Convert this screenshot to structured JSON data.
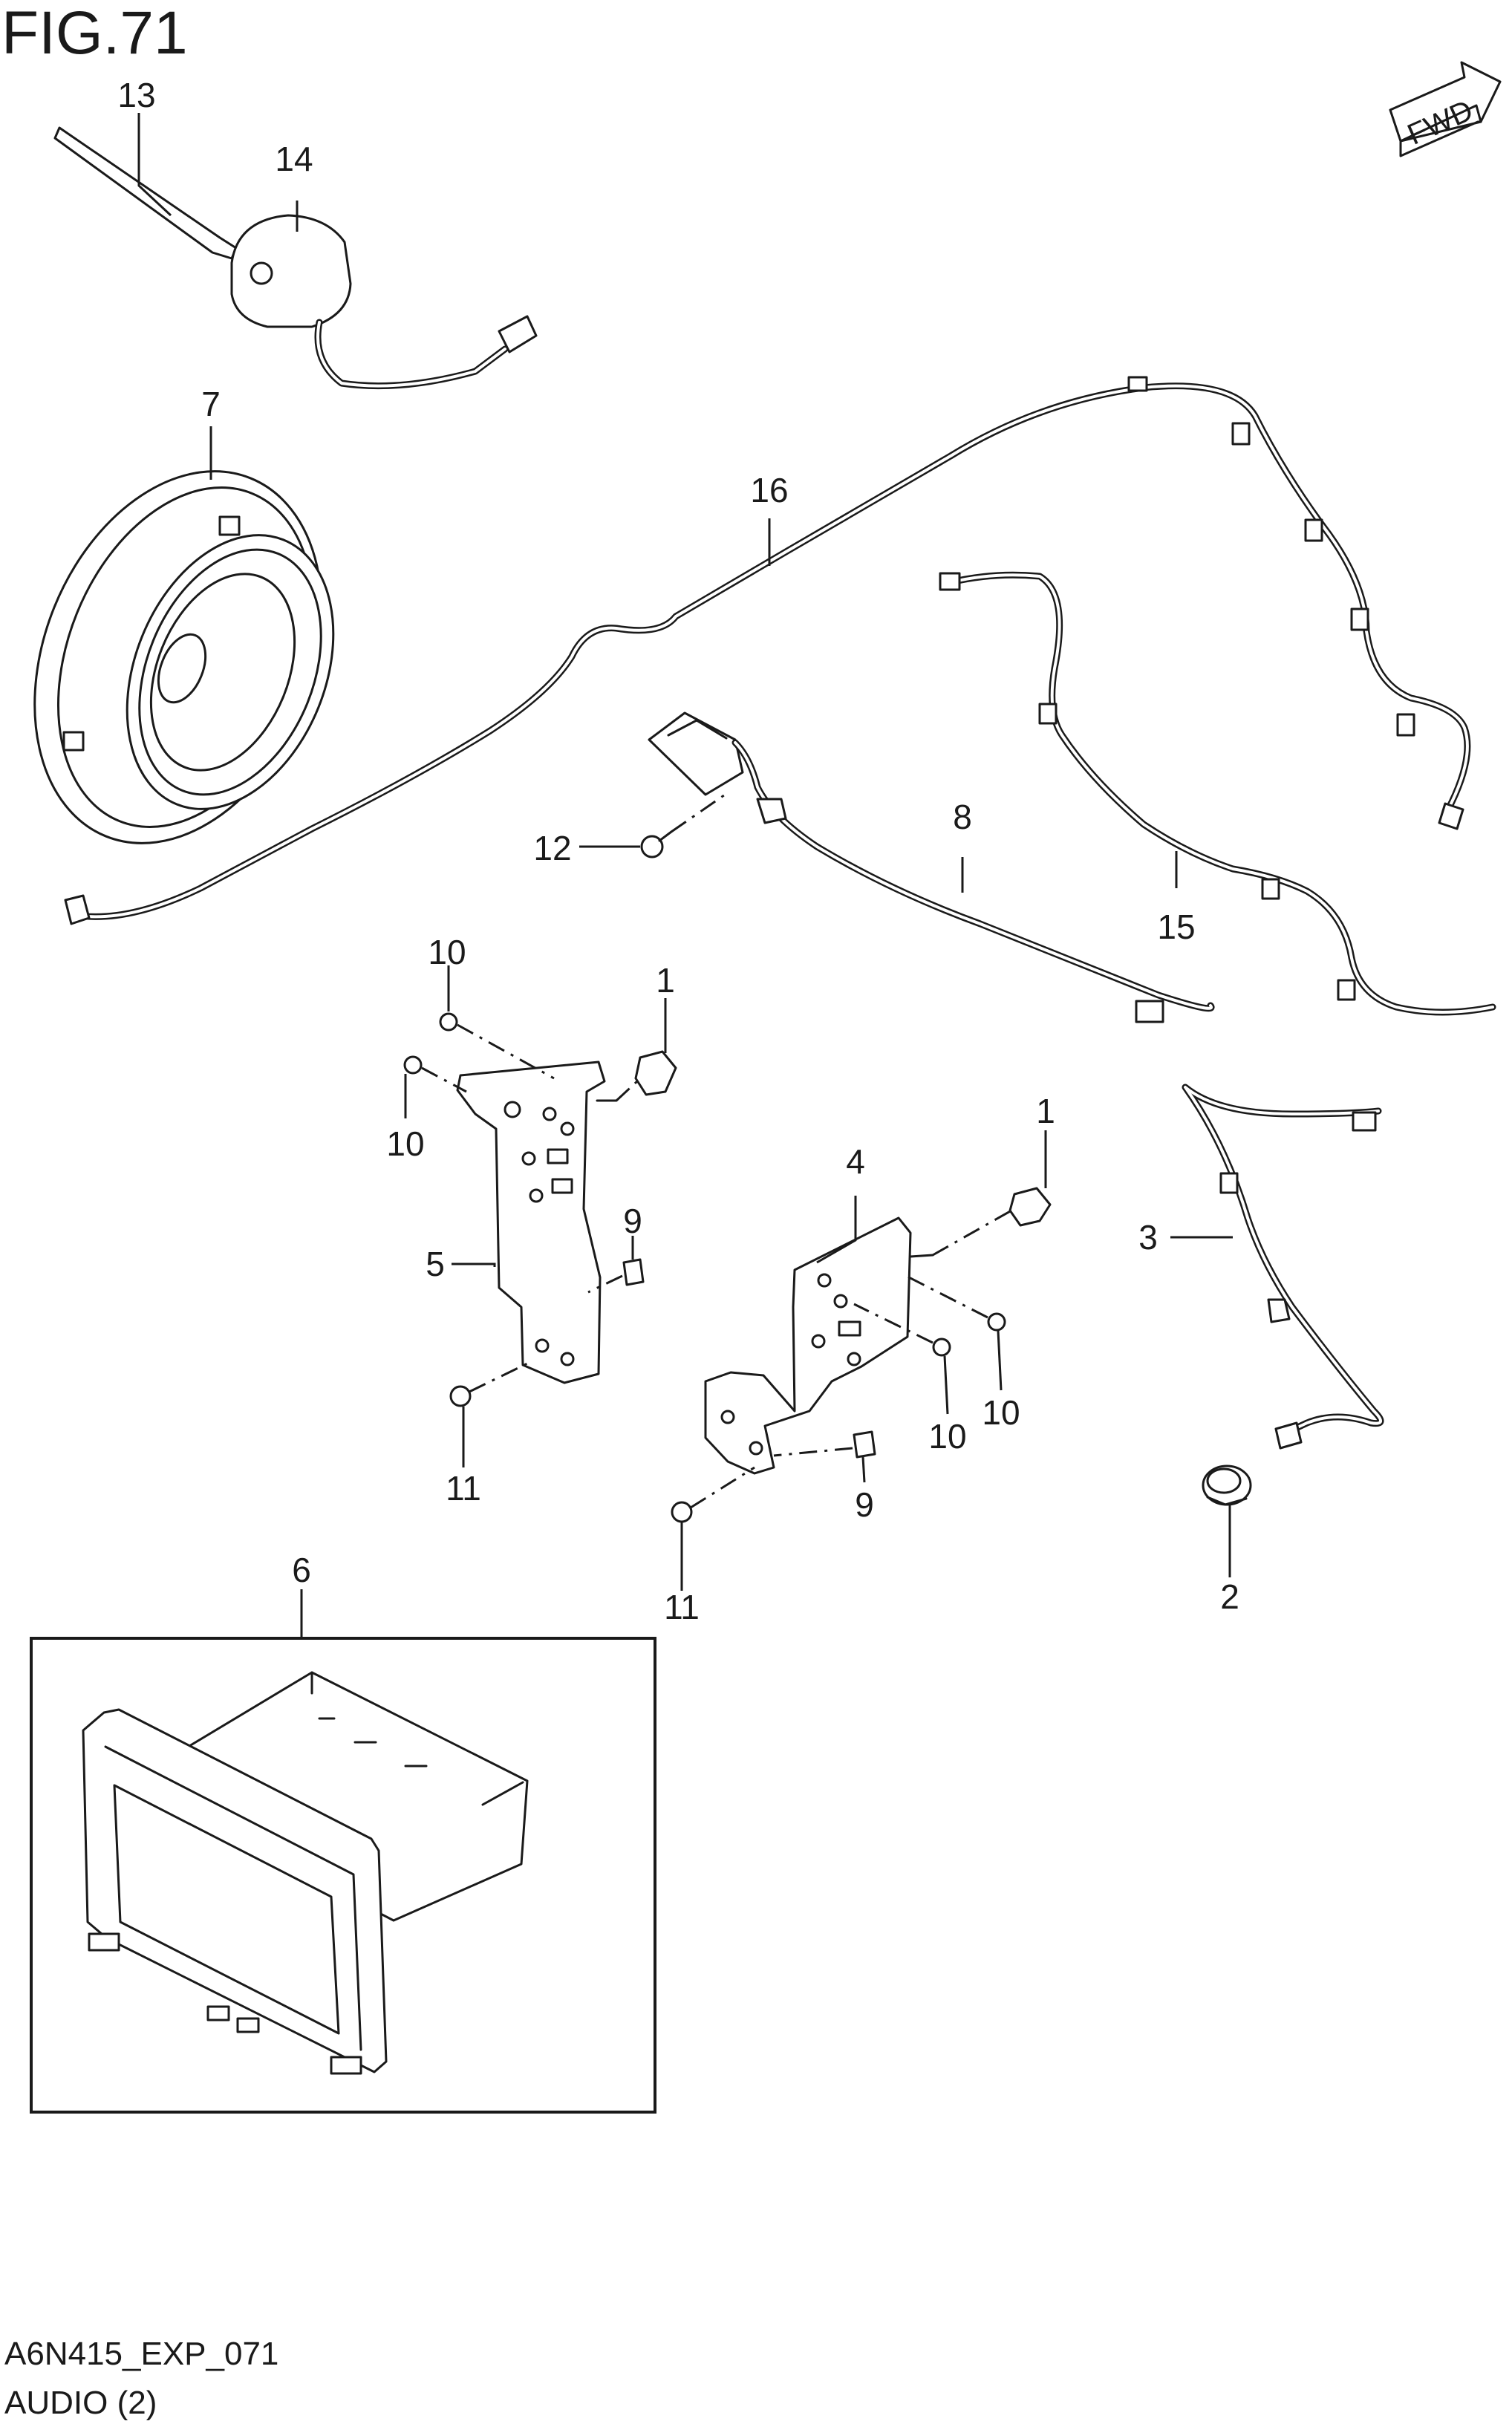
{
  "figure": {
    "title": "FIG.71",
    "code": "A6N415_EXP_071",
    "name": "AUDIO (2)",
    "direction_badge": "FWD"
  },
  "callouts": {
    "c13": "13",
    "c14": "14",
    "c7": "7",
    "c16": "16",
    "c8": "8",
    "c12": "12",
    "c15": "15",
    "c10a": "10",
    "c1a": "1",
    "c10b": "10",
    "c5": "5",
    "c9a": "9",
    "c11a": "11",
    "c4": "4",
    "c1b": "1",
    "c10c": "10",
    "c10d": "10",
    "c9b": "9",
    "c11b": "11",
    "c3": "3",
    "c2": "2",
    "c6": "6"
  },
  "icons": {
    "fwd_arrow": "fwd-arrow-icon"
  }
}
